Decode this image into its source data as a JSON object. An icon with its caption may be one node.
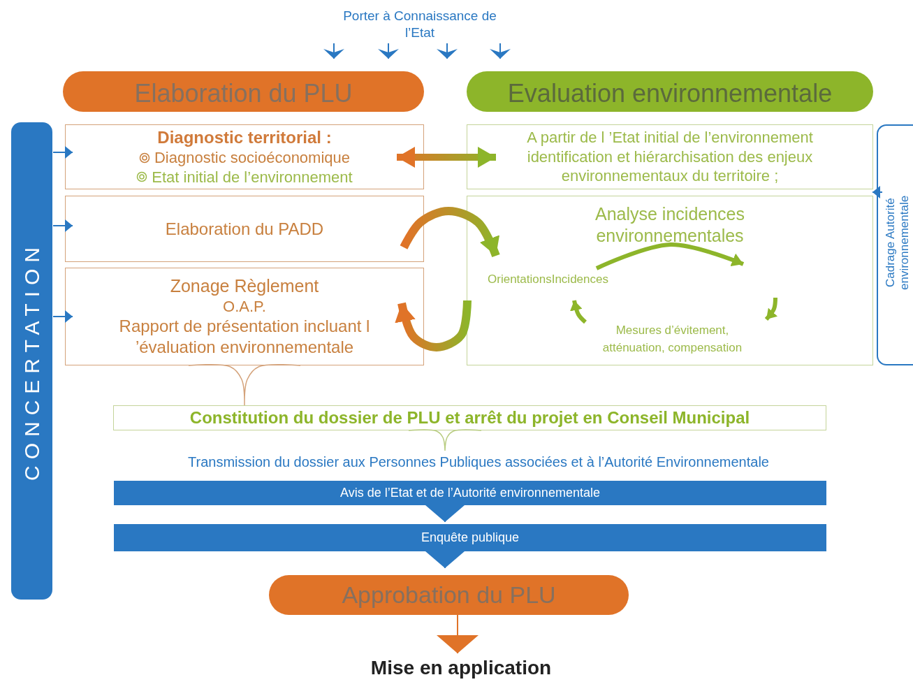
{
  "diagram": {
    "nodes": [
      {
        "text": [
          "Porter à Connaissance de l’Etat"
        ]
      },
      {
        "text": [
          "Elaboration du PLU"
        ]
      },
      {
        "text": [
          "Evaluation environnementale"
        ]
      },
      {
        "text": [
          "CONCERTATION"
        ]
      },
      {
        "text": [
          "Diagnostic territorial :",
          "Diagnostic socioéconomique",
          "Etat initial de l’environnement"
        ]
      },
      {
        "text": [
          "Elaboration du PADD"
        ]
      },
      {
        "text": [
          "Zonage Règlement",
          "O.A.P.",
          "Rapport de présentation incluant l ’évaluation environnementale"
        ]
      },
      {
        "text": [
          "A partir de l ’Etat initial de l’environnement identification et hiérarchisation des enjeux environnementaux du territoire ;"
        ]
      },
      {
        "text": [
          "Analyse incidences environnementales"
        ]
      },
      {
        "text": [
          "OrientationsIncidences"
        ],
        "in": 8
      },
      {
        "text": [
          "Mesures d’évitement, atténuation, compensation"
        ],
        "in": 8
      },
      {
        "text": [
          "Cadrage Autorité environnementale"
        ]
      },
      {
        "text": [
          "Constitution du dossier de PLU et arrêt du projet en Conseil Municipal"
        ]
      },
      {
        "text": [
          "Transmission du dossier aux Personnes Publiques associées et à l’Autorité Environnementale"
        ]
      },
      {
        "text": [
          "Avis de l’Etat et de l’Autorité environnementale"
        ]
      },
      {
        "text": [
          "Enquête publique"
        ]
      },
      {
        "text": [
          "Approbation du PLU"
        ]
      },
      {
        "text": [
          "Mise en application"
        ]
      }
    ],
    "edges": [
      {
        "from": 0,
        "to": 1,
        "arrow": "to",
        "color": "#2a78c2"
      },
      {
        "from": 0,
        "to": 1,
        "arrow": "to",
        "color": "#2a78c2"
      },
      {
        "from": 0,
        "to": 2,
        "arrow": "to",
        "color": "#2a78c2"
      },
      {
        "from": 0,
        "to": 2,
        "arrow": "to",
        "color": "#2a78c2"
      },
      {
        "from": 3,
        "to": 4,
        "arrow": "to",
        "color": "#2a78c2"
      },
      {
        "from": 3,
        "to": 5,
        "arrow": "to",
        "color": "#2a78c2"
      },
      {
        "from": 3,
        "to": 6,
        "arrow": "to",
        "color": "#2a78c2"
      },
      {
        "from": 4,
        "to": 7,
        "arrow": "both",
        "style": "thick"
      },
      {
        "from": 5,
        "to": 8,
        "arrow": "to",
        "style": "thick"
      },
      {
        "from": 8,
        "to": 6,
        "arrow": "to",
        "style": "thick"
      },
      {
        "from": 9,
        "to": null,
        "arrow": "to",
        "style": "thick",
        "color": "#8db52a"
      },
      {
        "from": null,
        "to": 10,
        "arrow": "to",
        "style": "thick",
        "color": "#8db52a"
      },
      {
        "from": 10,
        "to": 9,
        "arrow": "to",
        "style": "thick",
        "color": "#8db52a"
      },
      {
        "from": 11,
        "to": 8,
        "arrow": "to",
        "color": "#2a78c2"
      },
      {
        "from": 6,
        "to": 12,
        "arrow": "none",
        "color": "#d4a27a"
      },
      {
        "from": 12,
        "to": 13,
        "arrow": "none",
        "color": "#b8cc80"
      },
      {
        "from": 14,
        "to": 15,
        "arrow": "to",
        "color": "#2a78c2"
      },
      {
        "from": 15,
        "to": 16,
        "arrow": "to",
        "color": "#2a78c2"
      },
      {
        "from": 16,
        "to": 17,
        "arrow": "to",
        "color": "#e07328"
      }
    ]
  }
}
